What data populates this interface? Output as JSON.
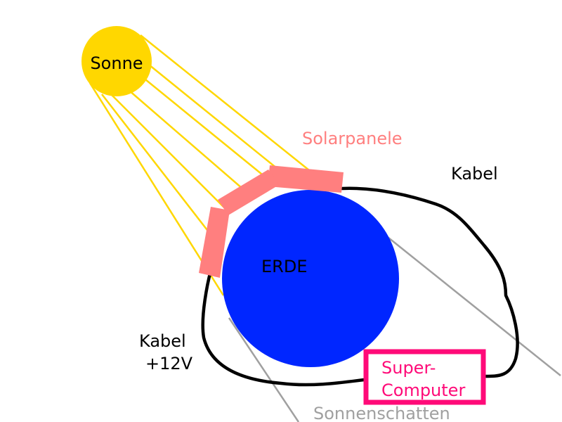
{
  "labels": {
    "sun": "Sonne",
    "earth": "ERDE",
    "solar_panels": "Solarpanele",
    "cable_top": "Kabel",
    "cable_left_line1": "Kabel",
    "cable_left_line2": "+12V",
    "supercomputer_line1": "Super-",
    "supercomputer_line2": "Computer",
    "shadow": "Sonnenschatten"
  },
  "colors": {
    "sun": "#ffd700",
    "earth": "#0026ff",
    "panel": "#ff7f7f",
    "cable": "#000000",
    "supercomputer": "#ff0a78",
    "shadow": "#a0a0a0"
  }
}
